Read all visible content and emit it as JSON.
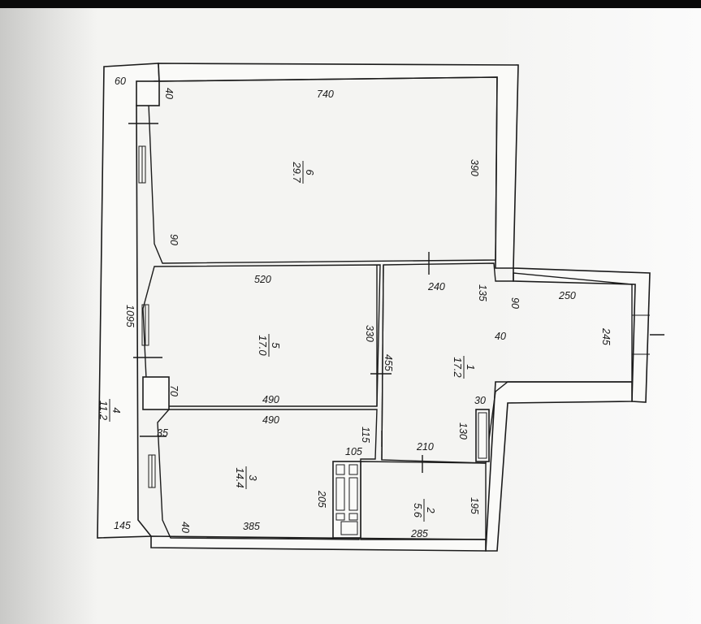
{
  "colors": {
    "paper": "#f4f4f2",
    "ink": "#1b1b1b",
    "top_bar": "#0a0a0a"
  },
  "rooms": [
    {
      "number": "6",
      "area": "29.7"
    },
    {
      "number": "5",
      "area": "17.0"
    },
    {
      "number": "4",
      "area": "11.2"
    },
    {
      "number": "3",
      "area": "14.4"
    },
    {
      "number": "2",
      "area": "5.6"
    },
    {
      "number": "1",
      "area": "17.2"
    }
  ],
  "dimensions": {
    "d60": "60",
    "d40a": "40",
    "d740": "740",
    "d390": "390",
    "d90a": "90",
    "d520": "520",
    "d1095": "1095",
    "d330": "330",
    "d240": "240",
    "d135": "135",
    "d90b": "90",
    "d250": "250",
    "d40b": "40",
    "d245": "245",
    "d455": "455",
    "d70": "70",
    "d490a": "490",
    "d490b": "490",
    "d35": "35",
    "d30": "30",
    "d130": "130",
    "d115": "115",
    "d210": "210",
    "d105": "105",
    "d205": "205",
    "d195": "195",
    "d145": "145",
    "d40c": "40",
    "d385": "385",
    "d285": "285"
  }
}
